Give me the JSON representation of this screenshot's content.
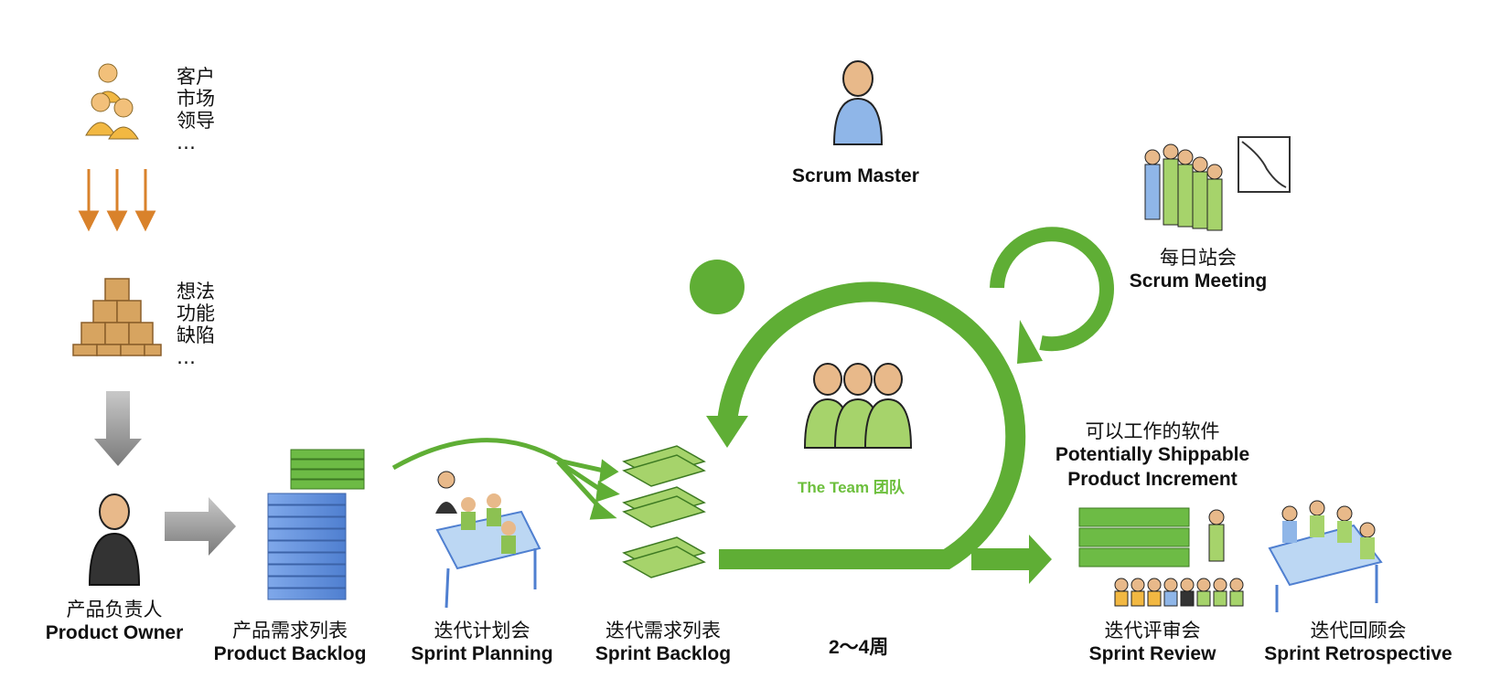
{
  "stakeholders": {
    "lines": [
      "客户",
      "市场",
      "领导",
      "…"
    ]
  },
  "ideas": {
    "lines": [
      "想法",
      "功能",
      "缺陷",
      "…"
    ]
  },
  "product_owner": {
    "zh": "产品负责人",
    "en": "Product Owner"
  },
  "product_backlog": {
    "zh": "产品需求列表",
    "en": "Product Backlog"
  },
  "sprint_planning": {
    "zh": "迭代计划会",
    "en": "Sprint Planning"
  },
  "sprint_backlog": {
    "zh": "迭代需求列表",
    "en": "Sprint Backlog"
  },
  "scrum_master": {
    "label": "Scrum Master"
  },
  "team": {
    "label": "The Team 团队"
  },
  "period": {
    "label": "2～4周"
  },
  "scrum_meeting": {
    "zh": "每日站会",
    "en": "Scrum Meeting"
  },
  "increment": {
    "zh": "可以工作的软件",
    "en_line1": "Potentially Shippable",
    "en_line2": "Product Increment"
  },
  "sprint_review": {
    "zh": "迭代评审会",
    "en": "Sprint Review"
  },
  "sprint_retrospective": {
    "zh": "迭代回顾会",
    "en": "Sprint Retrospective"
  },
  "colors": {
    "accent_green": "#5fae35",
    "light_green": "#a6d36b",
    "orange": "#d9822b",
    "gray": "#8c8c8c",
    "blue": "#5b8fd9"
  }
}
